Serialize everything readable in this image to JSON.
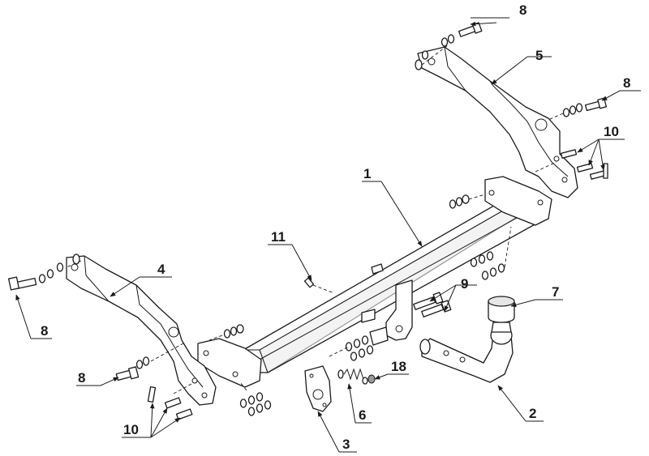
{
  "callouts": {
    "c1": "1",
    "c2": "2",
    "c3": "3",
    "c4": "4",
    "c5": "5",
    "c6": "6",
    "c7": "7",
    "c8_top": "8",
    "c8_right": "8",
    "c8_left_upper": "8",
    "c8_left_lower": "8",
    "c9": "9",
    "c10_right": "10",
    "c10_left": "10",
    "c11": "11",
    "c18": "18"
  }
}
